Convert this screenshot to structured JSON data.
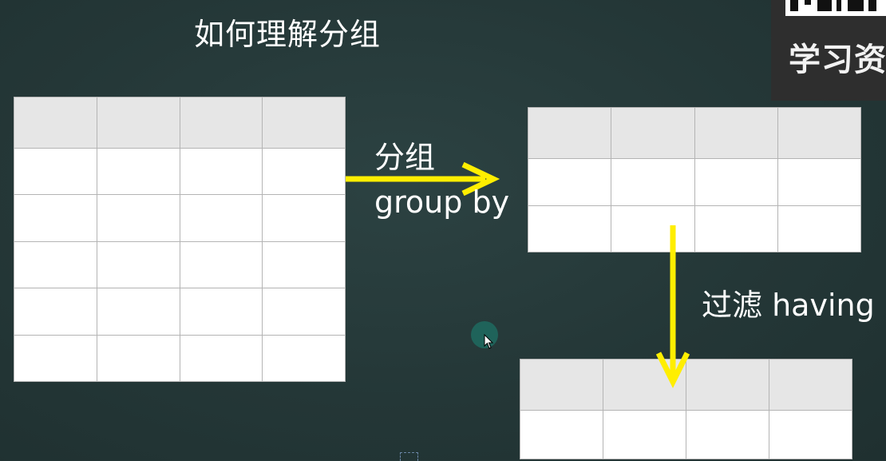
{
  "slide": {
    "title": "如何理解分组",
    "arrow_group_label_cn": "分组",
    "arrow_group_label_en": "group by",
    "arrow_filter_label": "过滤 having"
  },
  "watermark": {
    "text": "学习资"
  },
  "tables": [
    {
      "name": "source",
      "columns": 4,
      "header_rows": 1,
      "body_rows": 5
    },
    {
      "name": "grouped",
      "columns": 4,
      "header_rows": 1,
      "body_rows": 2
    },
    {
      "name": "filtered",
      "columns": 4,
      "header_rows": 1,
      "body_rows": 1
    }
  ],
  "colors": {
    "background": "#243737",
    "arrow": "#ffee00",
    "table_header": "#e6e6e6",
    "table_body": "#ffffff",
    "text": "#ffffff"
  }
}
